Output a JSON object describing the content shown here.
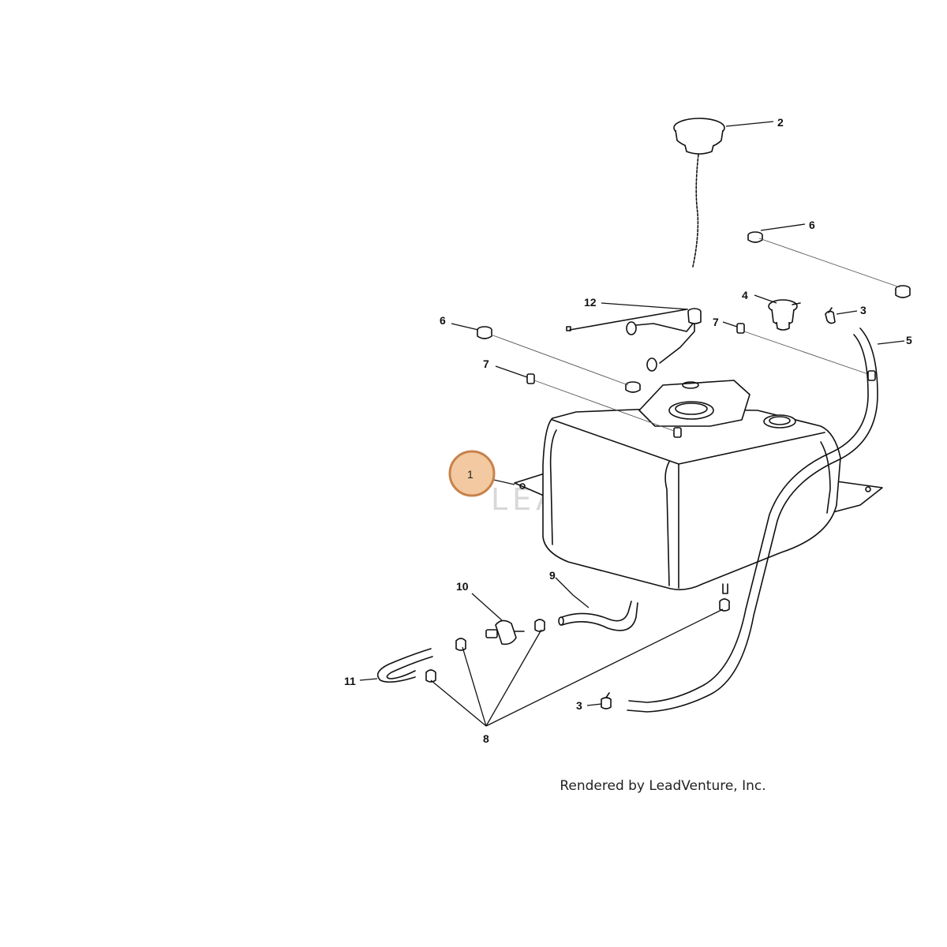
{
  "diagram": {
    "watermark_text": "LEADVENTURE",
    "credit_text": "Rendered by LeadVenture, Inc.",
    "hotspot": {
      "label": "1",
      "fill": "#f2c9a0",
      "stroke": "#c8824a"
    },
    "callouts": {
      "c2": "2",
      "c6a": "6",
      "c6b": "6",
      "c4": "4",
      "c3a": "3",
      "c12": "12",
      "c7a": "7",
      "c7b": "7",
      "c5": "5",
      "c10": "10",
      "c9": "9",
      "c11": "11",
      "c3b": "3",
      "c8": "8"
    }
  }
}
